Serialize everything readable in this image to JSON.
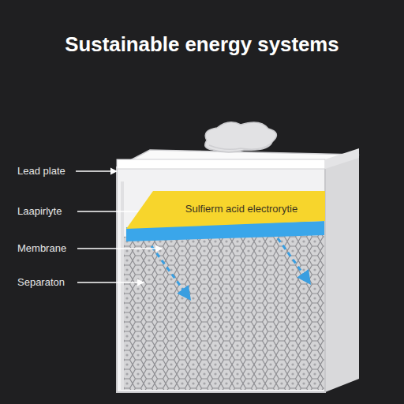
{
  "diagram": {
    "title": "Sustainable energy systems",
    "nodes": [
      {
        "text": [
          "Sulfierm acid electrorytie"
        ]
      }
    ],
    "labels": [
      "Lead plate",
      "Laapirlyte",
      "Membrane",
      "Separaton"
    ]
  }
}
